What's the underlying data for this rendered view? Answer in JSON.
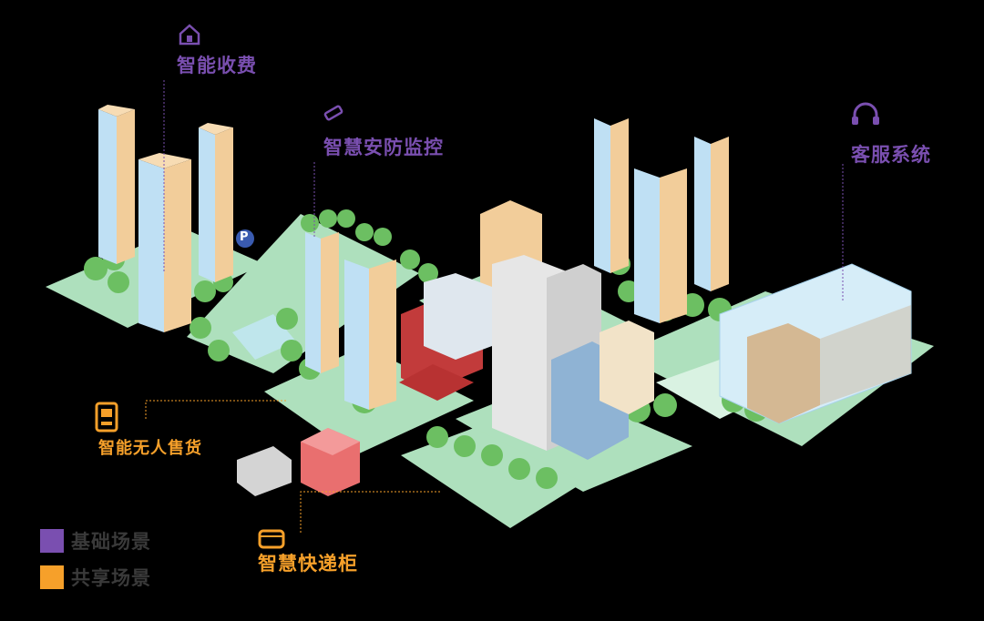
{
  "colors": {
    "purple": "#7a4fb0",
    "orange": "#f6a02a",
    "ground": "#aee0bd",
    "tree": "#6cbf62",
    "facade": "#f2cd9a",
    "glass": "#bfe0f4"
  },
  "labels": {
    "smart_payment": {
      "text": "智能收费",
      "icon": "home-icon"
    },
    "security": {
      "text": "智慧安防监控",
      "icon": "camera-icon"
    },
    "customer_service": {
      "text": "客服系统",
      "icon": "headset-icon"
    },
    "vending": {
      "text": "智能无人售货",
      "icon": "vending-machine-icon"
    },
    "locker": {
      "text": "智慧快递柜",
      "icon": "locker-icon"
    }
  },
  "legend": {
    "basic": {
      "label": "基础场景",
      "color": "#7a4fb0"
    },
    "shared": {
      "label": "共享场景",
      "color": "#f6a02a"
    }
  },
  "parking_sign": "P"
}
